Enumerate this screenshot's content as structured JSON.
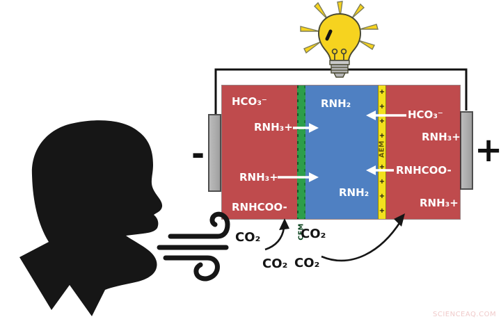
{
  "watermark": "SCIENCEAQ.COM",
  "circuit": {
    "negative_terminal": "-",
    "positive_terminal": "+",
    "bulb_icon": "light-bulb"
  },
  "membranes": {
    "cem": {
      "label": "CEM"
    },
    "aem": {
      "label": "AEM",
      "charge_symbol": "+"
    }
  },
  "cell": {
    "left": {
      "hco3": "HCO₃⁻",
      "rnh3_top": "RNH₃+",
      "rnh3_bottom": "RNH₃+",
      "rnhcoo": "RNHCOO-"
    },
    "middle": {
      "rnh2_top": "RNH₂",
      "rnh2_bottom": "RNH₂"
    },
    "right": {
      "hco3": "HCO₃⁻",
      "rnh3_top": "RNH₃+",
      "rnhcoo": "RNHCOO-",
      "rnh3_bottom": "RNH₃+"
    }
  },
  "co2_labels": [
    "CO₂",
    "CO₂",
    "CO₂",
    "CO₂"
  ],
  "colors": {
    "compartment_red": "#bf4b4d",
    "solvent_blue": "#4f80c2",
    "cem_green": "#2d9e4a",
    "aem_yellow": "#f2e11e",
    "electrode_gray": "#ababab",
    "bulb_yellow": "#f6d31f",
    "ink_black": "#161616",
    "label_white": "#ffffff"
  }
}
